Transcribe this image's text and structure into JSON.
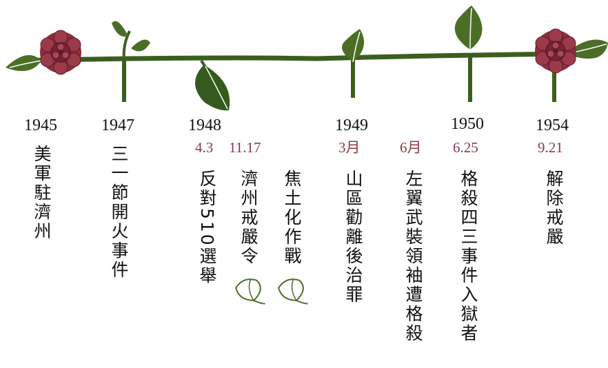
{
  "colors": {
    "vine": "#3b5e1f",
    "leaf": "#4b6e27",
    "flower": "#8b2f3f",
    "date": "#8b3a46",
    "text": "#111111"
  },
  "events": [
    {
      "year": "1945",
      "items": [
        {
          "text": "美軍駐濟州"
        }
      ]
    },
    {
      "year": "1947",
      "items": [
        {
          "text": "三一節開火事件"
        }
      ]
    },
    {
      "year": "1948",
      "items": [
        {
          "date": "4.3",
          "text": "反對510選舉"
        },
        {
          "date": "11.17",
          "text": "濟州戒嚴令"
        },
        {
          "text": "焦土化作戰"
        }
      ]
    },
    {
      "year": "1949",
      "items": [
        {
          "date": "3月",
          "text": "山區勸離後治罪"
        },
        {
          "date": "6月",
          "text": "左翼武裝領袖遭格殺"
        }
      ]
    },
    {
      "year": "1950",
      "items": [
        {
          "date": "6.25",
          "text": "格殺四三事件入獄者"
        }
      ]
    },
    {
      "year": "1954",
      "items": [
        {
          "date": "9.21",
          "text": "解除戒嚴"
        }
      ]
    }
  ]
}
